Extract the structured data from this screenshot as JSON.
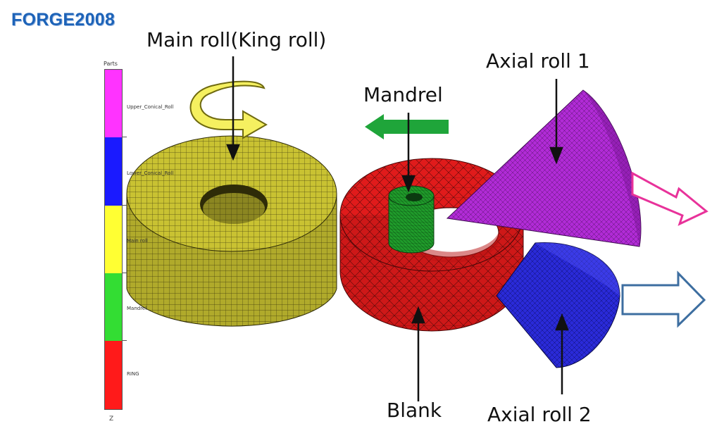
{
  "brand": "FORGE2008",
  "legend": {
    "title": "Parts",
    "items": [
      {
        "label": "Upper_Conical_Roll",
        "color": "#ff33ff"
      },
      {
        "label": "Lower_Conical_Roll",
        "color": "#1a1aff"
      },
      {
        "label": "Main roll",
        "color": "#ffff33"
      },
      {
        "label": "Mandrel",
        "color": "#33dd33"
      },
      {
        "label": "RING",
        "color": "#ff1a1a"
      }
    ]
  },
  "axis_glyph": "Z",
  "callouts": {
    "main_roll": "Main roll(King roll)",
    "mandrel": "Mandrel",
    "axial_roll_1": "Axial roll 1",
    "blank": "Blank",
    "axial_roll_2": "Axial roll 2"
  },
  "colors": {
    "main_roll": "#c9c232",
    "blank": "#e01b1b",
    "mandrel": "#1f9a2a",
    "axial_roll_1": "#b12bd6",
    "axial_roll_2": "#2a2ad8",
    "mandrel_arrow": "#1fa53a",
    "rotation_arrow": "#f5f060",
    "out_arrow_1": "#e8329a",
    "out_arrow_2": "#3d6ea0"
  }
}
